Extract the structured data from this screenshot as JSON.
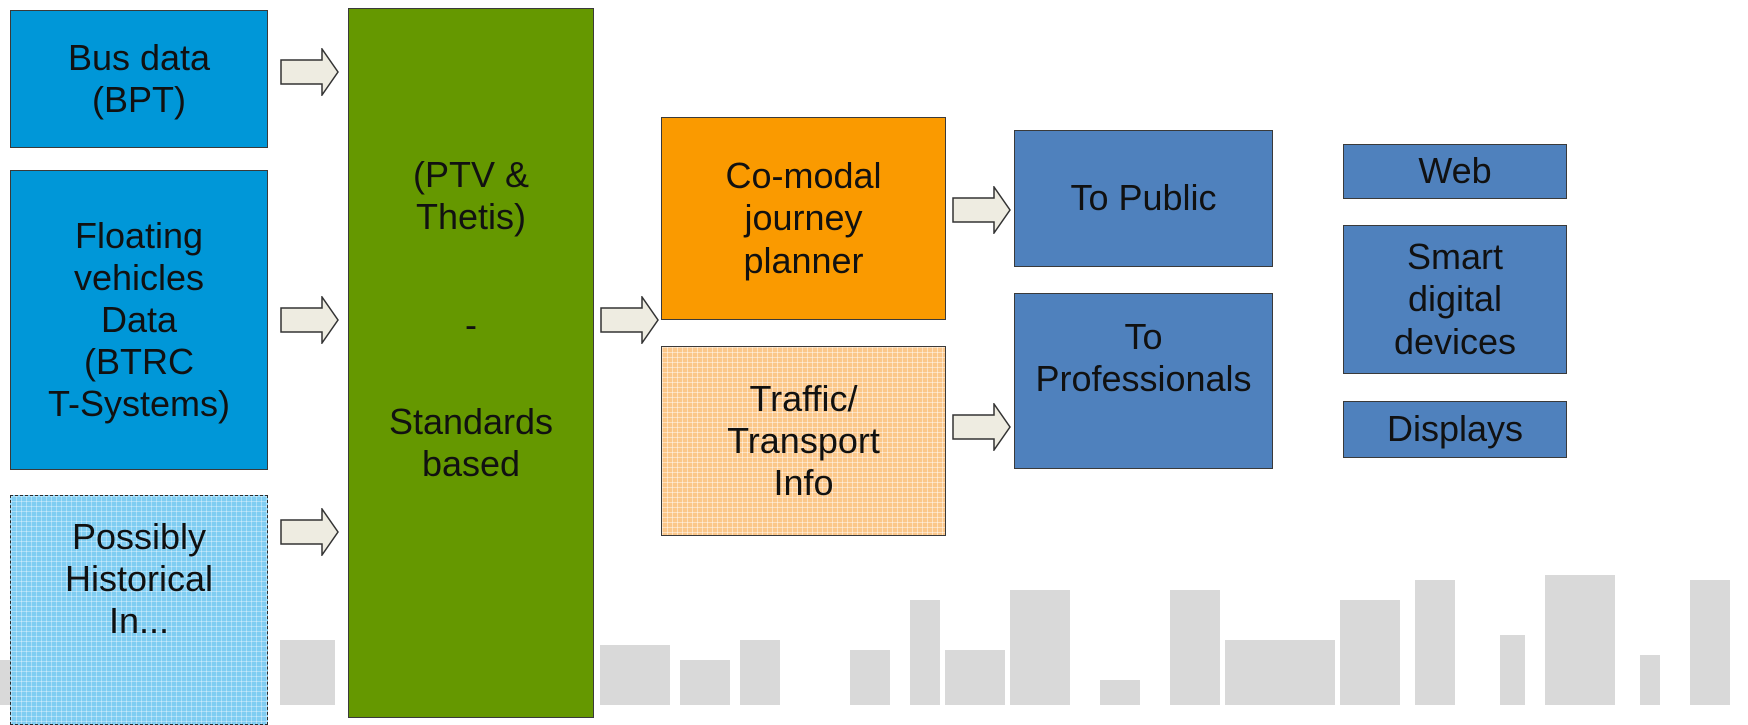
{
  "colors": {
    "source_box": "#0097d8",
    "historical_box": "#7fcdf2",
    "standards_box": "#659800",
    "planner_box": "#fa9a00",
    "traffic_box": "#fbc78a",
    "output_box": "#4f81bd",
    "arrow_fill": "#eeece1",
    "skyline": "#d9d9d9"
  },
  "sources": {
    "bus": "Bus data\n(BPT)",
    "floating": "Floating\nvehicles\nData\n(BTRC\nT-Systems)",
    "historical": "Possibly\nHistorical\nIn..."
  },
  "standards": {
    "top": "(PTV &\nThetis)",
    "dash": "-",
    "bottom": "Standards\nbased"
  },
  "services": {
    "planner": "Co-modal\njourney\nplanner",
    "traffic": "Traffic/\nTransport\nInfo"
  },
  "audiences": {
    "public": "To Public",
    "professionals": "To\nProfessionals"
  },
  "channels": {
    "web": "Web",
    "smart": "Smart\ndigital\ndevices",
    "displays": "Displays"
  }
}
